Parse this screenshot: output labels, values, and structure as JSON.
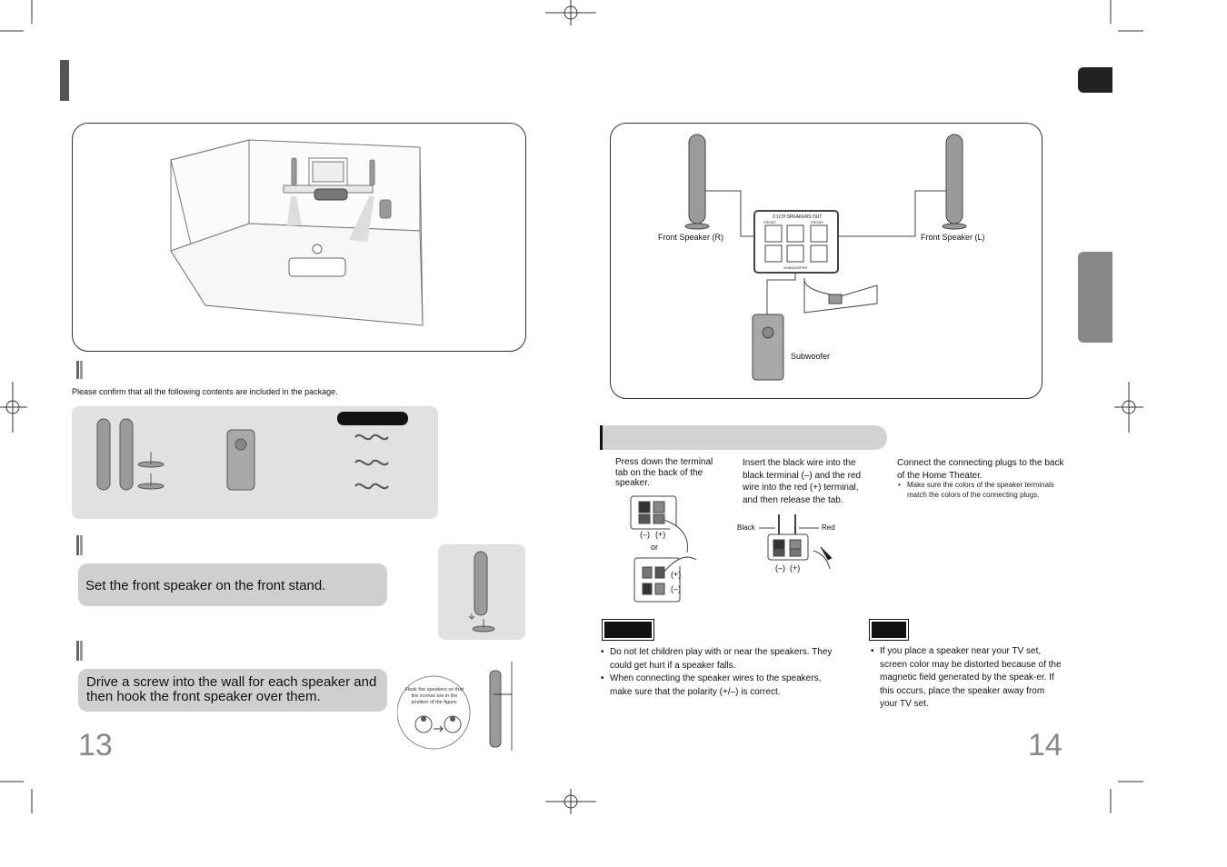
{
  "left_page": {
    "package_note": "Please confirm that all the following contents are included in the package.",
    "step1_text": "Set the front speaker on the front stand.",
    "step2_text": "Drive a screw into the wall for each speaker and then hook the front speaker over them.",
    "hook_note": "Hook the speakers so that the screws are in the position of the figure.",
    "page_number": "13"
  },
  "right_page": {
    "diagram": {
      "front_right_label": "Front Speaker (R)",
      "front_left_label": "Front Speaker (L)",
      "subwoofer_label": "Subwoofer",
      "panel_title": "2.1CH SPEAKERS OUT",
      "front_label": "FRONT",
      "subwoofer_port_label": "SUBWOOFER"
    },
    "steps": [
      {
        "text": "Press down the terminal tab on the back of the speaker."
      },
      {
        "text": "Insert the black wire into the black terminal (–) and the red wire into the red (+) terminal, and then release the tab."
      },
      {
        "text": "Connect the connecting plugs to the back of the Home Theater.",
        "bullet": "Make sure the colors of the speaker terminals match the colors of the connecting plugs."
      }
    ],
    "terminal_labels": {
      "minus": "(–)",
      "plus": "(+)",
      "or": "or",
      "black": "Black",
      "red": "Red"
    },
    "caution": [
      "Do not let children play with or near the speakers. They could get hurt if a speaker falls.",
      "When connecting the speaker wires to the speakers, make sure that the polarity (+/–) is correct."
    ],
    "note": [
      "If you place a speaker near your TV set, screen color may be distorted because of the magnetic field generated by the speak-er. If this occurs, place the speaker away from your TV set."
    ],
    "page_number": "14"
  }
}
